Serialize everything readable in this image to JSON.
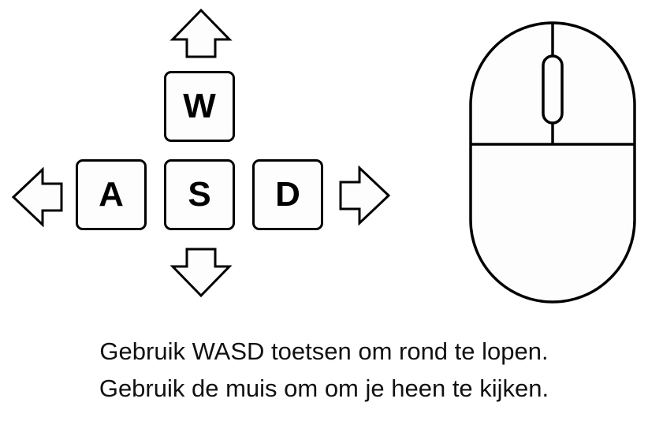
{
  "keys": {
    "w": "W",
    "a": "A",
    "s": "S",
    "d": "D"
  },
  "icons": {
    "up": "arrow-up",
    "down": "arrow-down",
    "left": "arrow-left",
    "right": "arrow-right",
    "mouse": "mouse"
  },
  "instructions": {
    "line1": "Gebruik WASD toetsen om rond te lopen.",
    "line2": "Gebruik de muis om om je heen te kijken."
  },
  "colors": {
    "stroke": "#000000",
    "background": "#ffffff",
    "text": "#111111"
  }
}
